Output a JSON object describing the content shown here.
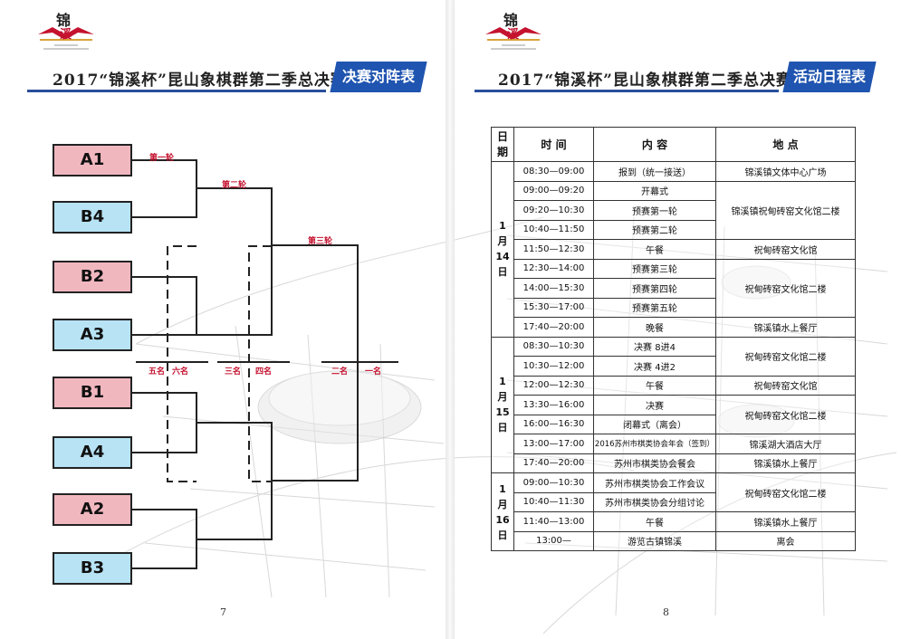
{
  "header": {
    "title": "2017“锦溪杯”昆山象棋群第二季总决赛",
    "left_badge": "决赛对阵表",
    "right_badge": "活动日程表",
    "logo_char_1": "锦",
    "logo_char_2": "溪"
  },
  "bracket": {
    "teams": [
      {
        "label": "A1",
        "color": "red"
      },
      {
        "label": "B4",
        "color": "blue"
      },
      {
        "label": "B2",
        "color": "red"
      },
      {
        "label": "A3",
        "color": "blue"
      },
      {
        "label": "B1",
        "color": "red"
      },
      {
        "label": "A4",
        "color": "blue"
      },
      {
        "label": "A2",
        "color": "red"
      },
      {
        "label": "B3",
        "color": "blue"
      }
    ],
    "round_labels": [
      "第一轮",
      "第二轮",
      "第三轮"
    ],
    "place_labels": [
      "五名",
      "六名",
      "三名",
      "四名",
      "二名",
      "一名"
    ]
  },
  "schedule": {
    "headers": [
      "日期",
      "时 间",
      "内 容",
      "地 点"
    ],
    "days": [
      {
        "date": [
          "1",
          "月",
          "14",
          "日"
        ],
        "rows": [
          {
            "time": "08:30—09:00",
            "content": "报到（统一接送）"
          },
          {
            "time": "09:00—09:20",
            "content": "开幕式"
          },
          {
            "time": "09:20—10:30",
            "content": "预赛第一轮"
          },
          {
            "time": "10:40—11:50",
            "content": "预赛第二轮"
          },
          {
            "time": "11:50—12:30",
            "content": "午餐"
          },
          {
            "time": "12:30—14:00",
            "content": "预赛第三轮"
          },
          {
            "time": "14:00—15:30",
            "content": "预赛第四轮"
          },
          {
            "time": "15:30—17:00",
            "content": "预赛第五轮"
          },
          {
            "time": "17:40—20:00",
            "content": "晚餐"
          }
        ]
      },
      {
        "date": [
          "1",
          "月",
          "15",
          "日"
        ],
        "rows": [
          {
            "time": "08:30—10:30",
            "content": "决赛 8进4"
          },
          {
            "time": "10:30—12:00",
            "content": "决赛 4进2"
          },
          {
            "time": "12:00—12:30",
            "content": "午餐"
          },
          {
            "time": "13:30—16:00",
            "content": "决赛"
          },
          {
            "time": "16:00—16:30",
            "content": "闭幕式（离会）"
          },
          {
            "time": "13:00—17:00",
            "content": "2016苏州市棋类协会年会（签到）"
          },
          {
            "time": "17:40—20:00",
            "content": "苏州市棋类协会餐会"
          }
        ]
      },
      {
        "date": [
          "1",
          "月",
          "16",
          "日"
        ],
        "rows": [
          {
            "time": "09:00—10:30",
            "content": "苏州市棋类协会工作会议"
          },
          {
            "time": "10:40—11:30",
            "content": "苏州市棋类协会分组讨论"
          },
          {
            "time": "11:40—13:00",
            "content": "午餐"
          },
          {
            "time": "13:00—",
            "content": "游览古镇锦溪"
          }
        ]
      }
    ],
    "locations": [
      "锦溪镇文体中心广场",
      "锦溪镇祝甸砖窑文化馆二楼",
      "祝甸砖窑文化馆",
      "祝甸砖窑文化馆二楼",
      "锦溪镇水上餐厅",
      "祝甸砖窑文化馆二楼",
      "祝甸砖窑文化馆",
      "祝甸砖窑文化馆二楼",
      "锦溪湖大酒店大厅",
      "锦溪镇水上餐厅",
      "祝甸砖窑文化馆二楼",
      "锦溪镇水上餐厅",
      "离会"
    ]
  },
  "page_numbers": [
    "7",
    "8"
  ],
  "colors": {
    "accent_blue": "#1f54b0",
    "red_team": "#f1b7bf",
    "blue_team": "#b7e3f4",
    "label_red": "#c4122f"
  }
}
